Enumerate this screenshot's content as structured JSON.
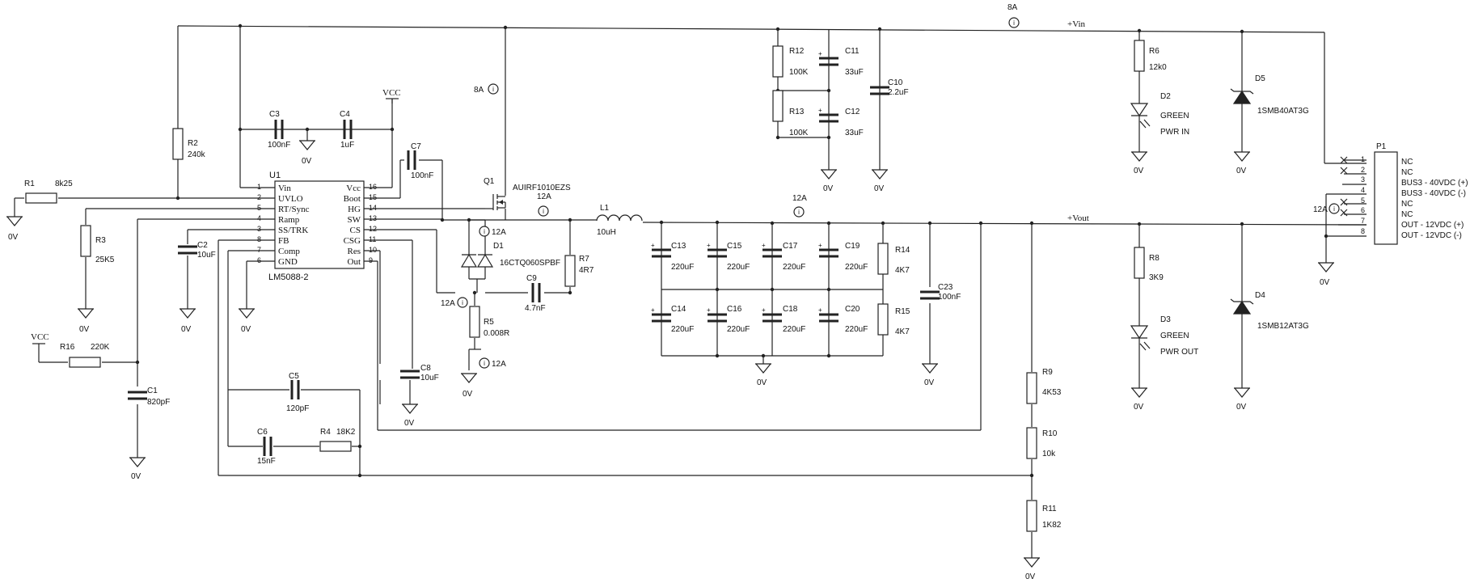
{
  "nets": {
    "vin": "+Vin",
    "vout": "+Vout",
    "vcc": "VCC",
    "gnd": "0V"
  },
  "current_probes": {
    "top": "8A",
    "q1": "8A",
    "sw": "12A",
    "out": "12A",
    "p1": "12A",
    "rs_left": "12A",
    "d1": "12A",
    "r5": "12A"
  },
  "u1": {
    "ref": "U1",
    "part": "LM5088-2",
    "left_pins": [
      {
        "num": "1",
        "name": "Vin"
      },
      {
        "num": "2",
        "name": "UVLO"
      },
      {
        "num": "5",
        "name": "RT/Sync"
      },
      {
        "num": "4",
        "name": "Ramp"
      },
      {
        "num": "3",
        "name": "SS/TRK"
      },
      {
        "num": "8",
        "name": "FB"
      },
      {
        "num": "7",
        "name": "Comp"
      },
      {
        "num": "6",
        "name": "GND"
      }
    ],
    "right_pins": [
      {
        "num": "16",
        "name": "Vcc"
      },
      {
        "num": "15",
        "name": "Boot"
      },
      {
        "num": "14",
        "name": "HG"
      },
      {
        "num": "13",
        "name": "SW"
      },
      {
        "num": "12",
        "name": "CS"
      },
      {
        "num": "11",
        "name": "CSG"
      },
      {
        "num": "10",
        "name": "Res"
      },
      {
        "num": "9",
        "name": "Out"
      }
    ]
  },
  "components": {
    "R1": {
      "ref": "R1",
      "value": "8k25"
    },
    "R2": {
      "ref": "R2",
      "value": "240k"
    },
    "R3": {
      "ref": "R3",
      "value": "25K5"
    },
    "R16": {
      "ref": "R16",
      "value": "220K"
    },
    "C1": {
      "ref": "C1",
      "value": "820pF"
    },
    "C2": {
      "ref": "C2",
      "value": "10uF"
    },
    "C3": {
      "ref": "C3",
      "value": "100nF"
    },
    "C4": {
      "ref": "C4",
      "value": "1uF"
    },
    "C5": {
      "ref": "C5",
      "value": "120pF"
    },
    "C6": {
      "ref": "C6",
      "value": "15nF"
    },
    "R4": {
      "ref": "R4",
      "value": "18K2"
    },
    "C7": {
      "ref": "C7",
      "value": "100nF"
    },
    "C8": {
      "ref": "C8",
      "value": "10uF"
    },
    "C9": {
      "ref": "C9",
      "value": "4.7nF"
    },
    "Q1": {
      "ref": "Q1",
      "value": "AUIRF1010EZS"
    },
    "D1": {
      "ref": "D1",
      "value": "16CTQ060SPBF"
    },
    "R5": {
      "ref": "R5",
      "value": "0.008R"
    },
    "R7": {
      "ref": "R7",
      "value": "4R7"
    },
    "L1": {
      "ref": "L1",
      "value": "10uH"
    },
    "R12": {
      "ref": "R12",
      "value": "100K"
    },
    "R13": {
      "ref": "R13",
      "value": "100K"
    },
    "C11": {
      "ref": "C11",
      "value": "33uF"
    },
    "C12": {
      "ref": "C12",
      "value": "33uF"
    },
    "C10": {
      "ref": "C10",
      "value": "2.2uF"
    },
    "C13": {
      "ref": "C13",
      "value": "220uF"
    },
    "C14": {
      "ref": "C14",
      "value": "220uF"
    },
    "C15": {
      "ref": "C15",
      "value": "220uF"
    },
    "C16": {
      "ref": "C16",
      "value": "220uF"
    },
    "C17": {
      "ref": "C17",
      "value": "220uF"
    },
    "C18": {
      "ref": "C18",
      "value": "220uF"
    },
    "C19": {
      "ref": "C19",
      "value": "220uF"
    },
    "C20": {
      "ref": "C20",
      "value": "220uF"
    },
    "R14": {
      "ref": "R14",
      "value": "4K7"
    },
    "R15": {
      "ref": "R15",
      "value": "4K7"
    },
    "C23": {
      "ref": "C23",
      "value": "100nF"
    },
    "R9": {
      "ref": "R9",
      "value": "4K53"
    },
    "R10": {
      "ref": "R10",
      "value": "10k"
    },
    "R11": {
      "ref": "R11",
      "value": "1K82"
    },
    "R6": {
      "ref": "R6",
      "value": "12k0"
    },
    "D2": {
      "ref": "D2",
      "value": "GREEN",
      "note": "PWR IN"
    },
    "R8": {
      "ref": "R8",
      "value": "3K9"
    },
    "D3": {
      "ref": "D3",
      "value": "GREEN",
      "note": "PWR OUT"
    },
    "D5": {
      "ref": "D5",
      "value": "1SMB40AT3G"
    },
    "D4": {
      "ref": "D4",
      "value": "1SMB12AT3G"
    }
  },
  "connector": {
    "ref": "P1",
    "pins": [
      {
        "num": "1",
        "label": "NC"
      },
      {
        "num": "2",
        "label": "NC"
      },
      {
        "num": "3",
        "label": "BUS3 - 40VDC (+)"
      },
      {
        "num": "4",
        "label": "BUS3 - 40VDC (-)"
      },
      {
        "num": "5",
        "label": "NC"
      },
      {
        "num": "6",
        "label": "NC"
      },
      {
        "num": "7",
        "label": "OUT - 12VDC (+)"
      },
      {
        "num": "8",
        "label": "OUT - 12VDC (-)"
      }
    ]
  }
}
